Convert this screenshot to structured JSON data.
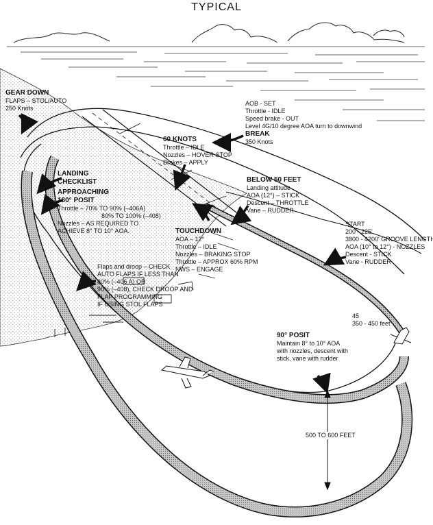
{
  "title": "TYPICAL",
  "labels": {
    "gear_down": {
      "heading": "GEAR DOWN",
      "lines": [
        "FLAPS – STOL/AUTO",
        "250 Knots"
      ]
    },
    "break": {
      "lines": [
        "AOB - SET",
        "Throttle - IDLE",
        "Speed brake - OUT",
        "Level 4G/10 degree AOA turn to downwind"
      ],
      "heading": "BREAK",
      "sub": "350 Knots"
    },
    "sixty_knots": {
      "heading": "60 KNOTS",
      "lines": [
        "Throttle – IDLE",
        "Nozzles – HOVER STOP",
        "Brakes – APPLY"
      ]
    },
    "landing_checklist": {
      "heading_lines": [
        "LANDING",
        "CHECKLIST"
      ]
    },
    "approaching_180": {
      "heading_lines": [
        "APPROACHING",
        "180° POSIT"
      ],
      "lines": [
        "Throttle – 70% TO 90% (–406A)",
        "80% TO 100% (–408)",
        "Nozzles – AS REQUIRED TO",
        "ACHIEVE 8° TO 10° AOA."
      ]
    },
    "below_50": {
      "heading": "BELOW 50 FEET",
      "lines": [
        "Landing attitude",
        "AOA (12°) – STICK",
        "Descent – THROTTLE",
        "Vane – RUDDER"
      ]
    },
    "touchdown": {
      "heading": "TOUCHDOWN",
      "lines": [
        "AOA – 12°",
        "Throttle – IDLE",
        "Nozzles – BRAKING STOP",
        "Throttle – APPROX 60% RPM",
        "NWS – ENGAGE"
      ]
    },
    "start": {
      "lines": [
        "START",
        "200 - 225'",
        "3800 - 4200' GROOVE LENGTH",
        "AOA (10° to 12°) - NOZZLES",
        "Descent - STICK",
        "Vane - RUDDER"
      ]
    },
    "flaps_droop": {
      "lines": [
        "Flaps and droop – CHECK",
        "AUTO FLAPS IF LESS THAN",
        "80% (–406 A) OR",
        "90% (–408), CHECK DROOP AND",
        "FLAP PROGRAMMING",
        "IF USING STOL FLAPS"
      ]
    },
    "angle_45": {
      "lines": [
        "45",
        "350 - 450 feet"
      ]
    },
    "ninety_posit": {
      "heading": "90° POSIT",
      "lines": [
        "Maintain 8° to 10° AOA",
        "with nozzles, descent with",
        "stick, vane with rudder"
      ]
    },
    "distance": {
      "text": "500 TO 600 FEET"
    }
  }
}
